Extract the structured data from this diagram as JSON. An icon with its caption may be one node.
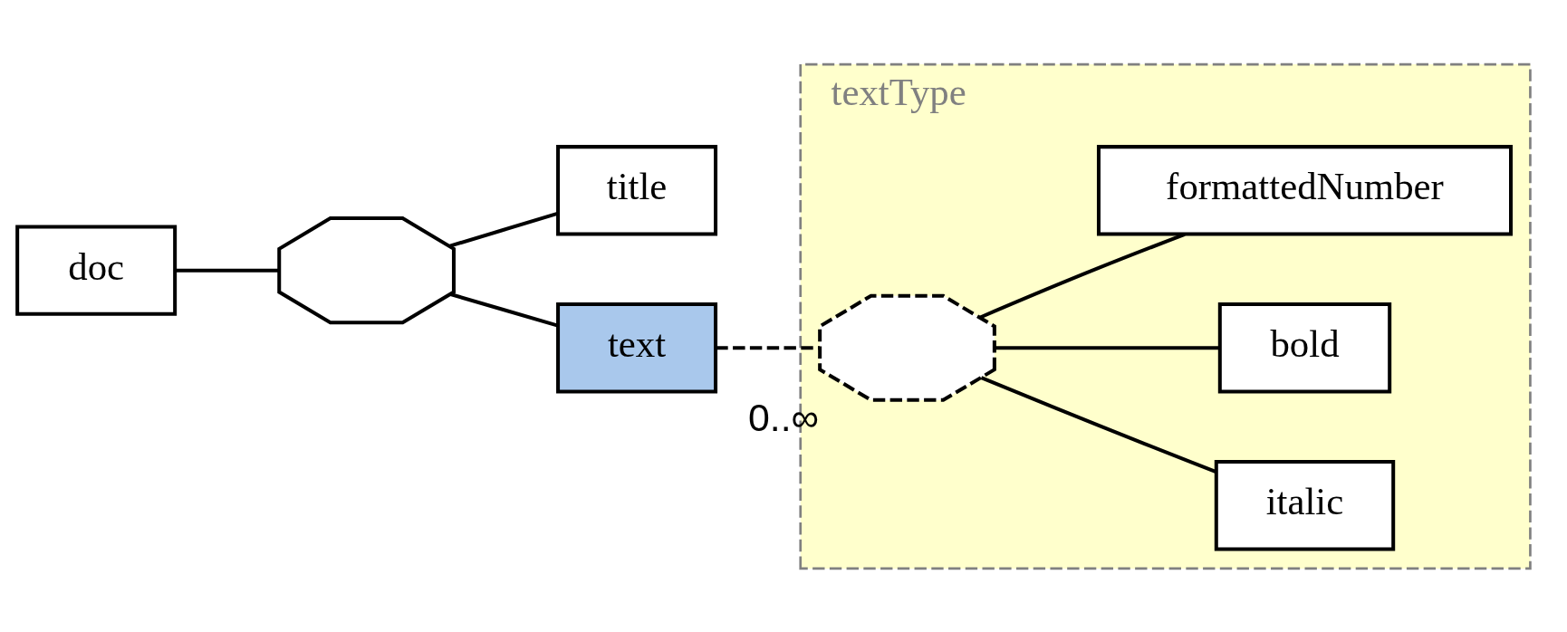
{
  "diagram": {
    "nodes": [
      {
        "text": [
          "doc"
        ]
      },
      {
        "text": [],
        "shape": "octagon"
      },
      {
        "text": [
          "title"
        ]
      },
      {
        "text": [
          "textType"
        ]
      },
      {
        "text": [
          "text"
        ]
      },
      {
        "text": [],
        "shape": "octagon",
        "beside": [
          "0..∞"
        ],
        "in": 3
      },
      {
        "text": [
          "italic"
        ],
        "in": 3
      },
      {
        "text": [
          "bold"
        ],
        "in": 3
      },
      {
        "text": [
          "formattedNumber"
        ],
        "in": 3
      }
    ],
    "edges": [
      {
        "from": 0,
        "to": 1,
        "arrow": "none"
      },
      {
        "from": 1,
        "to": 2,
        "arrow": "none"
      },
      {
        "from": 1,
        "to": 4,
        "arrow": "none"
      },
      {
        "from": 4,
        "to": 5,
        "arrow": "none",
        "style": "dashed"
      },
      {
        "from": 5,
        "to": 6,
        "arrow": "none"
      },
      {
        "from": 5,
        "to": 7,
        "arrow": "none"
      },
      {
        "from": 5,
        "to": 8,
        "arrow": "none"
      }
    ]
  }
}
